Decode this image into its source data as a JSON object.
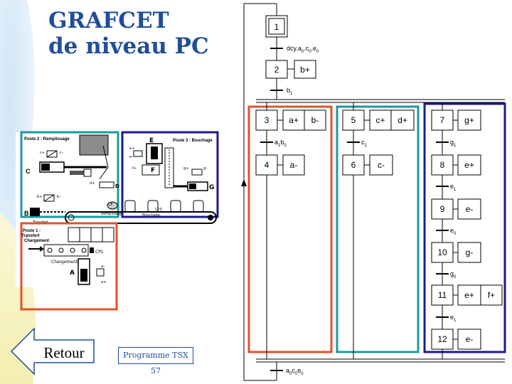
{
  "title": {
    "line1": "GRAFCET",
    "line2": "de niveau PC"
  },
  "nav": {
    "retour_label": "Retour",
    "programme_label": "Programme TSX 57"
  },
  "colors": {
    "title": "#1f4e9a",
    "poste1_frame": "#e0532a",
    "poste2_frame": "#1a9aa0",
    "poste3_frame": "#1a1a8c",
    "diagram_line": "#000000"
  },
  "machine": {
    "poste2_label": "Poste 2 : Remplissage",
    "poste3_label": "Poste 3 : Bouchage",
    "poste1_label_line1": "Poste 1 :",
    "poste1_label_line2": "Transfert",
    "poste1_label_line3": "Chargement",
    "label_C": "C",
    "label_G": "G",
    "label_B": "B",
    "label_E": "E",
    "label_F": "F",
    "label_D": "D",
    "label_A": "A",
    "label_transfert": "Transfert",
    "label_remplissage": "Remplissage",
    "label_bouchage": "Bouchage",
    "label_chargement": "Chargement",
    "label_cp": "CP",
    "label_cp1": "CP1",
    "label_cp3": "CP3",
    "label_c_plus": "c+",
    "label_c_minus": "c–",
    "label_b_plus": "b+",
    "label_b_minus": "b–",
    "label_d_plus": "d+",
    "label_e_plus": "e+",
    "label_e_minus": "e–",
    "label_f_plus": "f+",
    "label_g_plus": "g+",
    "label_g_minus": "g–",
    "label_a_plus": "a+",
    "label_a_minus": "a–",
    "label_u": "u"
  },
  "grafcet": {
    "steps": {
      "s1": "1",
      "s2": "2",
      "s3": "3",
      "s4": "4",
      "s5": "5",
      "s6": "6",
      "s7": "7",
      "s8": "8",
      "s9": "9",
      "s10": "10",
      "s11": "11",
      "s12": "12"
    },
    "actions": {
      "s2_a1": "b+",
      "s3_a1": "a+",
      "s3_a2": "b-",
      "s4_a1": "a-",
      "s5_a1": "c+",
      "s5_a2": "d+",
      "s6_a1": "c-",
      "s7_a1": "g+",
      "s8_a1": "e+",
      "s9_a1": "e-",
      "s10_a1": "g-",
      "s11_a1": "e+",
      "s11_a2": "f+",
      "s12_a1": "e-"
    },
    "transitions": {
      "t12": {
        "parts": [
          "dcy.a",
          "0",
          ".c",
          "0",
          ".e",
          "0"
        ]
      },
      "t2": {
        "parts": [
          "b",
          "1"
        ]
      },
      "t34": {
        "parts": [
          "a",
          "1",
          "b",
          "0"
        ]
      },
      "t56": {
        "parts": [
          "c",
          "1"
        ]
      },
      "t78": {
        "parts": [
          "g",
          "1"
        ]
      },
      "t89": {
        "parts": [
          "e",
          "1"
        ]
      },
      "t910": {
        "parts": [
          "e",
          "0"
        ]
      },
      "t1011": {
        "parts": [
          "g",
          "0"
        ]
      },
      "t1112": {
        "parts": [
          "e",
          "1"
        ]
      },
      "tfinal": {
        "parts": [
          "a",
          "0",
          "c",
          "0",
          "e",
          "0"
        ]
      }
    }
  }
}
